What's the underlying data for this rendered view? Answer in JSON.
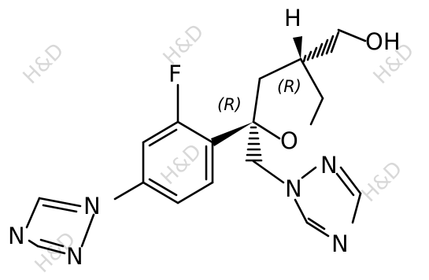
{
  "molecule": {
    "atoms": {
      "hydroxyl": "OH",
      "hydrogen": "H",
      "fluorine": "F",
      "ring_oxygen": "O",
      "triazole_right_n1": "N",
      "triazole_right_n2": "N",
      "triazole_right_n4": "N",
      "triazole_left_n1": "N",
      "triazole_left_n2": "N",
      "triazole_left_n4": "N"
    },
    "stereo": {
      "c3": "(R)",
      "c5": "(R)"
    }
  },
  "watermark": "H&D",
  "colors": {
    "ink": "#000000",
    "watermark": "#d8d8d8",
    "background": "#ffffff"
  }
}
